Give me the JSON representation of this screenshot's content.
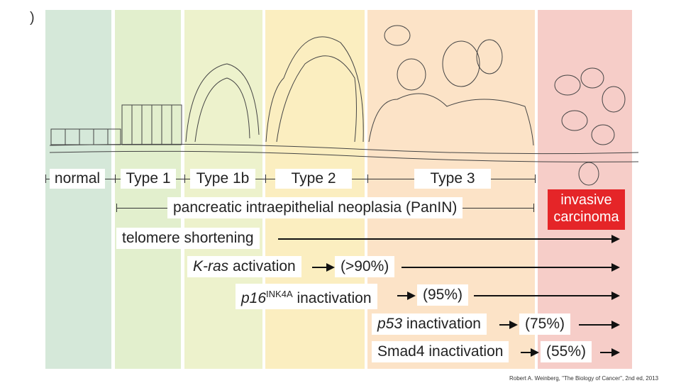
{
  "stages": {
    "normal": "normal",
    "type1": "Type 1",
    "type1b": "Type 1b",
    "type2": "Type 2",
    "type3": "Type 3"
  },
  "panin_label": "pancreatic intraepithelial neoplasia (PanIN)",
  "invasive": {
    "line1": "invasive",
    "line2": "carcinoma",
    "color": "#e52528"
  },
  "events": {
    "telomere": "telomere shortening",
    "kras_gene": "K-ras",
    "kras_text": " activation",
    "kras_pct": "(>90%)",
    "p16_gene": "p16",
    "p16_sup": "INK4A",
    "p16_text": " inactivation",
    "p16_pct": "(95%)",
    "p53_gene": "p53",
    "p53_text": " inactivation",
    "p53_pct": "(75%)",
    "smad4_text": "Smad4 inactivation",
    "smad4_pct": "(55%)"
  },
  "credit": "Robert A. Weinberg, \"The Biology of Cancer\", 2nd ed, 2013"
}
